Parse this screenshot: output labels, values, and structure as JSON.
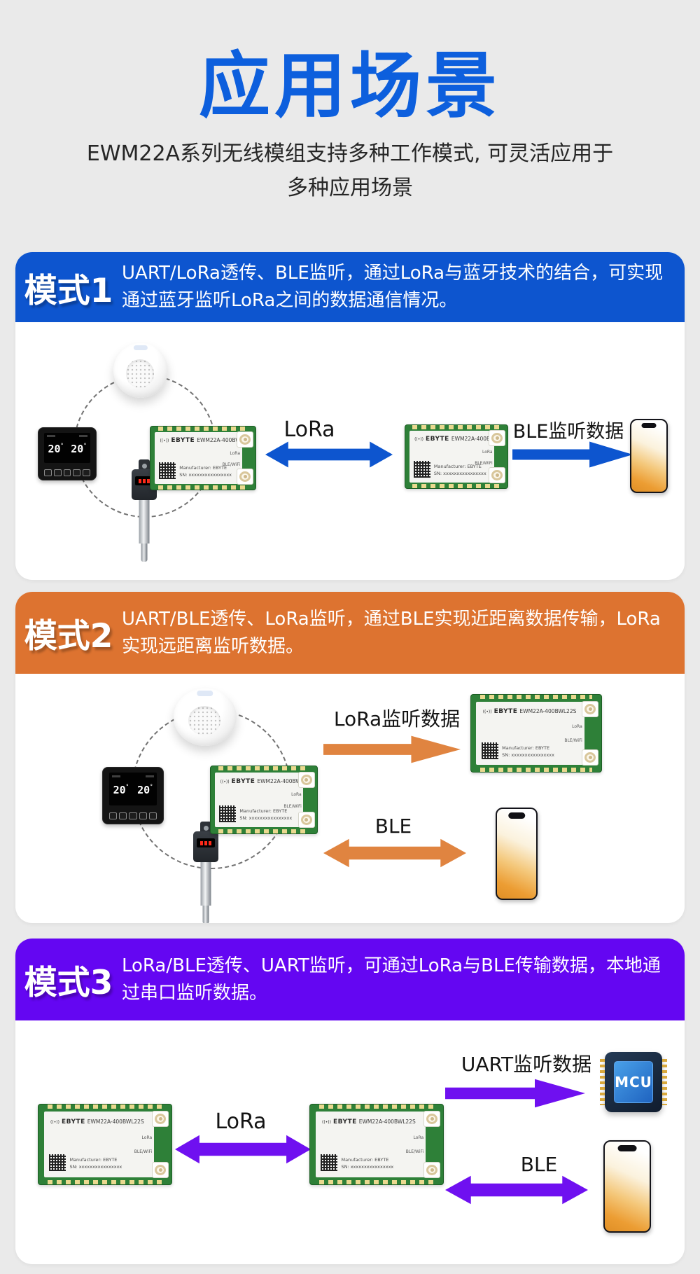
{
  "page": {
    "title": "应用场景",
    "subtitle_line1": "EWM22A系列无线模组支持多种工作模式, 可灵活应用于",
    "subtitle_line2": "多种应用场景"
  },
  "colors": {
    "title_blue": "#0d5fdd",
    "mode1_blue": "#0d55cf",
    "mode2_orange": "#dd7330",
    "mode3_purple": "#6406f2",
    "arrow_blue": "#0d55cf",
    "arrow_orange": "#e08440",
    "arrow_purple": "#6f10f0",
    "pcb_green": "#2e8038"
  },
  "module": {
    "rf_mark": "((•))",
    "brand": "EBYTE",
    "model": "EWM22A-400BWL22S",
    "port_top": "LoRa",
    "port_bottom": "BLE/WiFi",
    "manufacturer": "Manufacturer: EBYTE",
    "serial": "SN: xxxxxxxxxxxxxxxx"
  },
  "thermostat": {
    "temp_left": "20",
    "temp_right": "20"
  },
  "modes": [
    {
      "badge": "模式1",
      "desc": "UART/LoRa透传、BLE监听，通过LoRa与蓝牙技术的结合，可实现通过蓝牙监听LoRa之间的数据通信情况。",
      "labels": {
        "lora": "LoRa",
        "ble_listen": "BLE监听数据"
      }
    },
    {
      "badge": "模式2",
      "desc": "UART/BLE透传、LoRa监听，通过BLE实现近距离数据传输，LoRa实现远距离监听数据。",
      "labels": {
        "lora_listen": "LoRa监听数据",
        "ble": "BLE"
      }
    },
    {
      "badge": "模式3",
      "desc": "LoRa/BLE透传、UART监听，可通过LoRa与BLE传输数据，本地通过串口监听数据。",
      "labels": {
        "lora": "LoRa",
        "uart_listen": "UART监听数据",
        "ble": "BLE",
        "mcu": "MCU"
      }
    }
  ]
}
